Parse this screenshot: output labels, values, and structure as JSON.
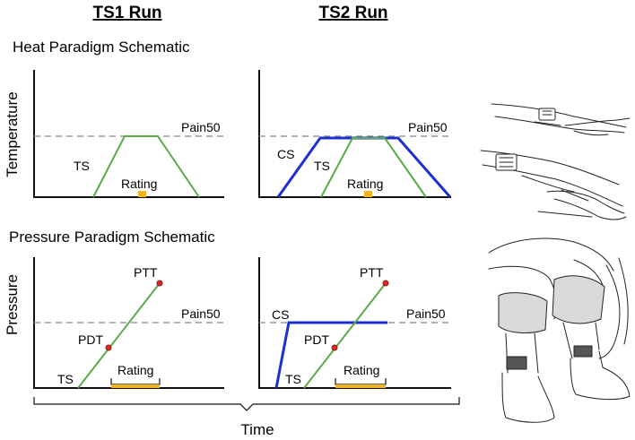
{
  "headers": {
    "ts1": "TS1 Run",
    "ts2": "TS2 Run"
  },
  "sections": {
    "heat": "Heat Paradigm Schematic",
    "pressure": "Pressure Paradigm Schematic"
  },
  "axes": {
    "heat_ylabel": "Temperature",
    "pressure_ylabel": "Pressure",
    "xlabel": "Time"
  },
  "labels": {
    "pain50": "Pain50",
    "ts": "TS",
    "cs": "CS",
    "rating": "Rating",
    "ptt": "PTT",
    "pdt": "PDT"
  },
  "colors": {
    "ts_line": "#5aaa48",
    "cs_line": "#1d2fd0",
    "threshold": "#999999",
    "rating_mark": "#f0b41e",
    "marker_fill": "#e02828",
    "marker_stroke": "#8a1a1a"
  },
  "illustrations": [
    "forearm-heat-probe-illustration",
    "forearm-heat-probe-with-cold-hand-illustration",
    "leg-pressure-cuffs-illustration"
  ]
}
